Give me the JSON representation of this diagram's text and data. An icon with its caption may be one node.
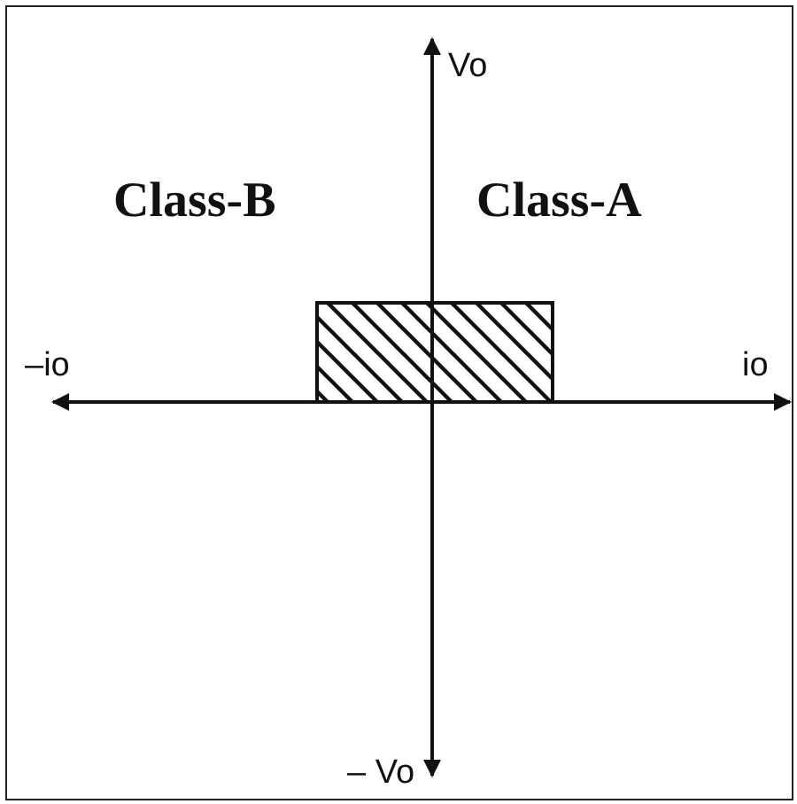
{
  "diagram": {
    "nodes": [
      {
        "text": [],
        "shape": "box"
      }
    ],
    "labels": [
      "Vo",
      "Class-B",
      "Class-A",
      "–io",
      "io",
      "– Vo"
    ]
  }
}
